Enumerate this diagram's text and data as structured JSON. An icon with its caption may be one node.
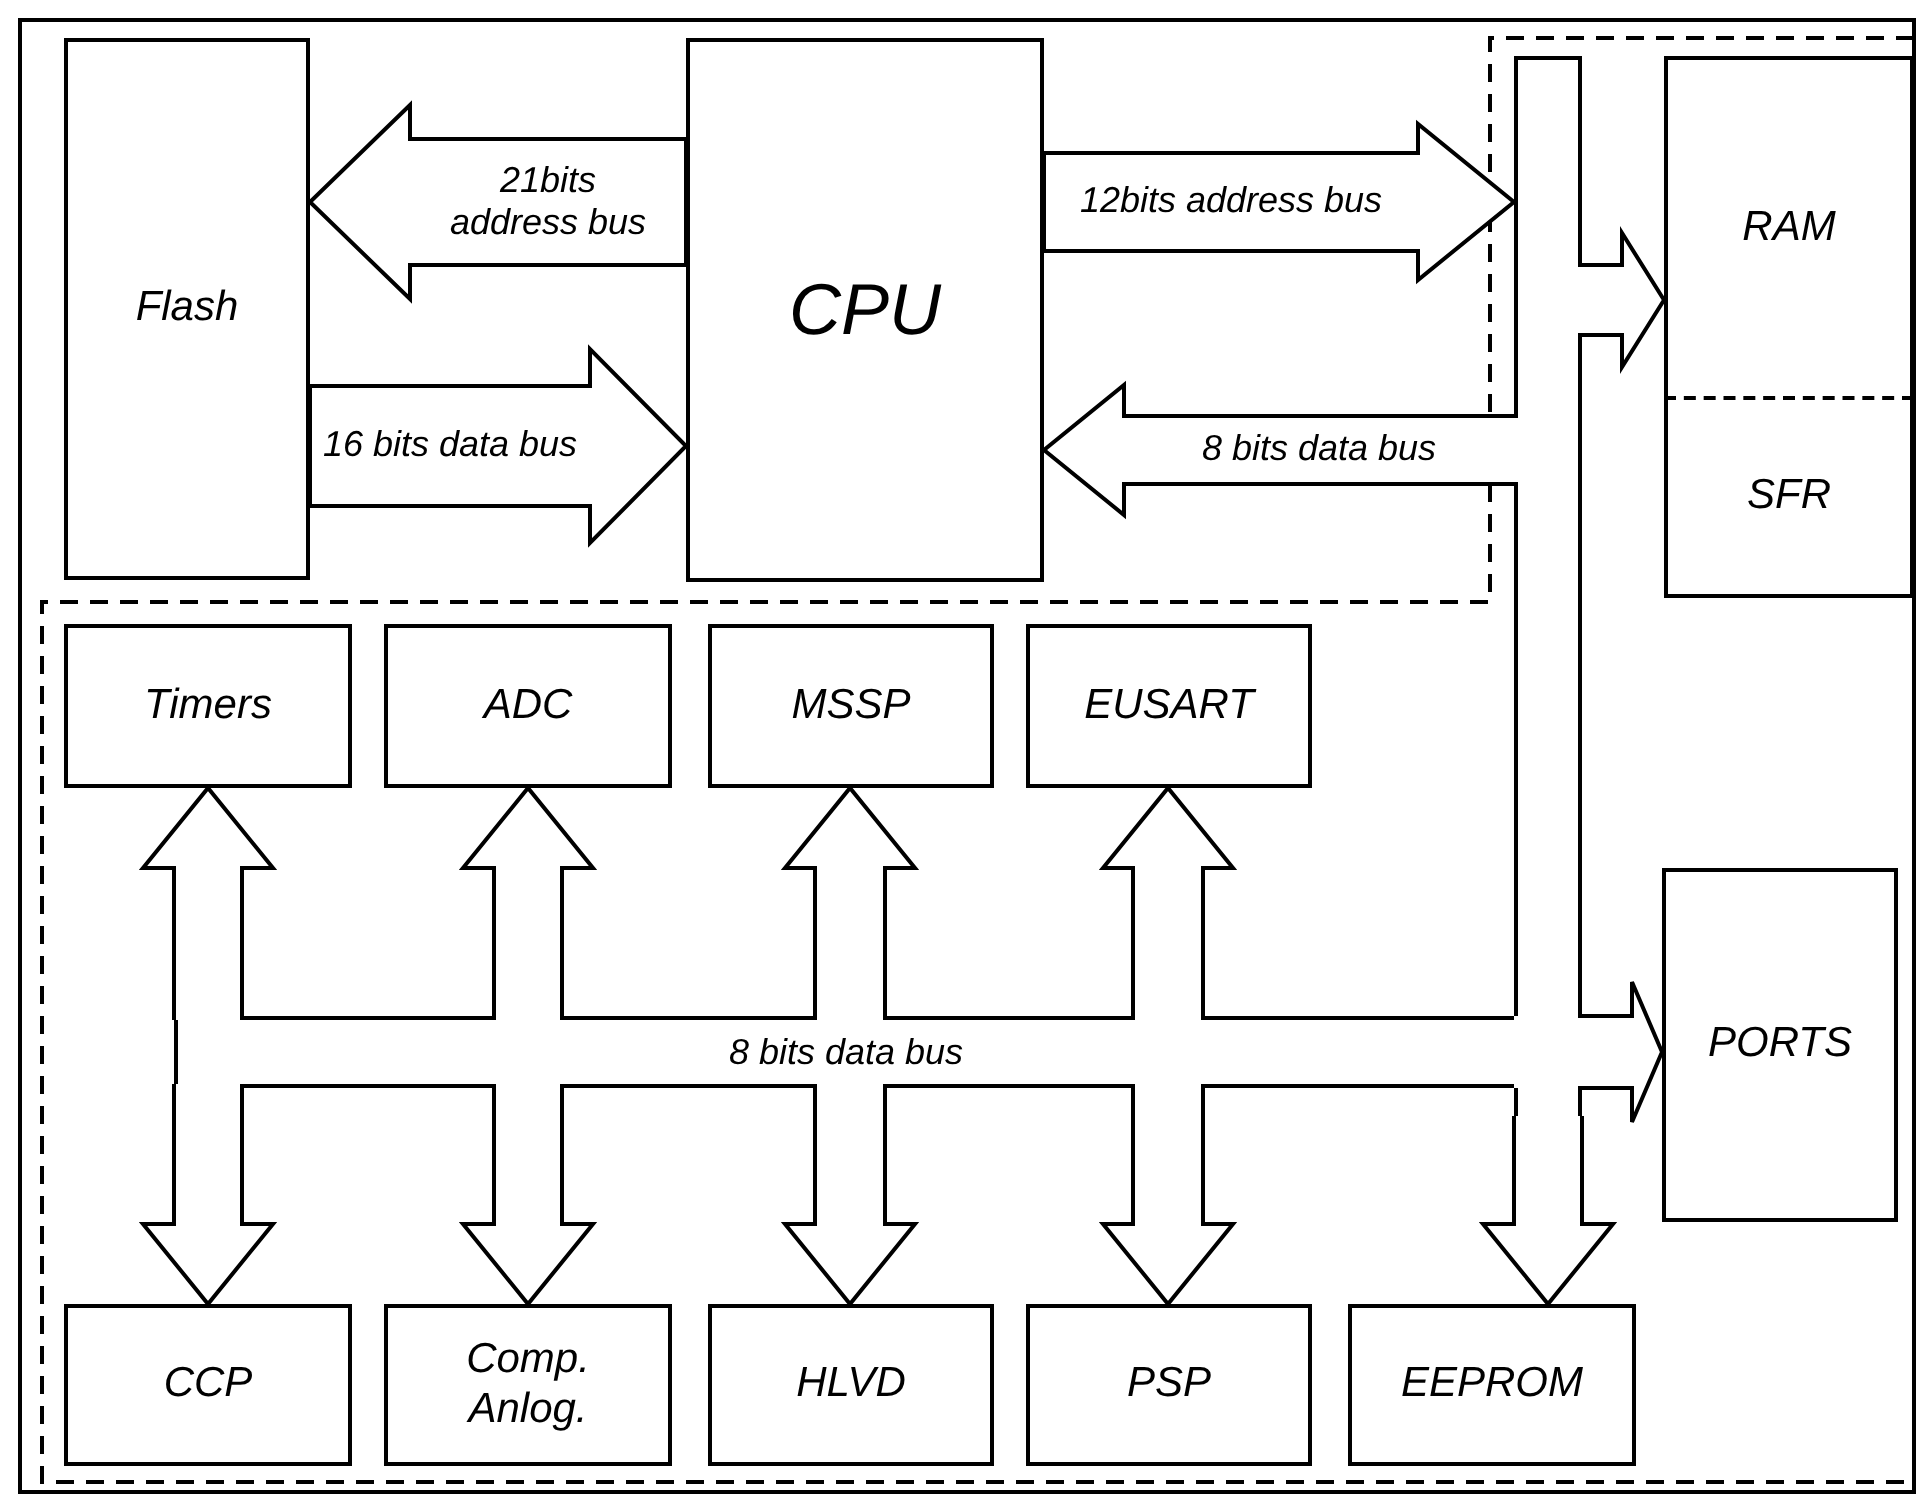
{
  "diagram": {
    "nodes": [
      {
        "text": [
          "Flash"
        ]
      },
      {
        "text": [
          "CPU"
        ]
      },
      {
        "text": [],
        "shape": "bar"
      },
      {
        "text": [
          "RAM"
        ]
      },
      {
        "text": [
          "SFR"
        ]
      },
      {
        "text": [
          "Timers"
        ]
      },
      {
        "text": [
          "ADC"
        ]
      },
      {
        "text": [
          "MSSP"
        ]
      },
      {
        "text": [
          "EUSART"
        ]
      },
      {
        "text": [
          "8 bits data bus"
        ]
      },
      {
        "text": [
          "PORTS"
        ]
      },
      {
        "text": [
          "CCP"
        ]
      },
      {
        "text": [
          "Comp. Anlog."
        ]
      },
      {
        "text": [
          "HLVD"
        ]
      },
      {
        "text": [
          "PSP"
        ]
      },
      {
        "text": [
          "EEPROM"
        ]
      }
    ],
    "edges": [
      {
        "from": 1,
        "to": 0,
        "arrow": "to",
        "label": "21bits address bus"
      },
      {
        "from": 0,
        "to": 1,
        "arrow": "to",
        "label": "16 bits data bus"
      },
      {
        "from": 1,
        "to": 2,
        "arrow": "to",
        "label": "12bits address bus"
      },
      {
        "from": 2,
        "to": 1,
        "arrow": "to",
        "label": "8 bits data bus"
      },
      {
        "from": 2,
        "to": 3,
        "arrow": "to"
      },
      {
        "from": 2,
        "to": 10,
        "arrow": "to"
      },
      {
        "from": 9,
        "to": 5,
        "arrow": "to"
      },
      {
        "from": 9,
        "to": 6,
        "arrow": "to"
      },
      {
        "from": 9,
        "to": 7,
        "arrow": "to"
      },
      {
        "from": 9,
        "to": 8,
        "arrow": "to"
      },
      {
        "from": 9,
        "to": 11,
        "arrow": "to"
      },
      {
        "from": 9,
        "to": 12,
        "arrow": "to"
      },
      {
        "from": 9,
        "to": 13,
        "arrow": "to"
      },
      {
        "from": 9,
        "to": 14,
        "arrow": "to"
      },
      {
        "from": 2,
        "to": 15,
        "arrow": "to"
      }
    ]
  }
}
